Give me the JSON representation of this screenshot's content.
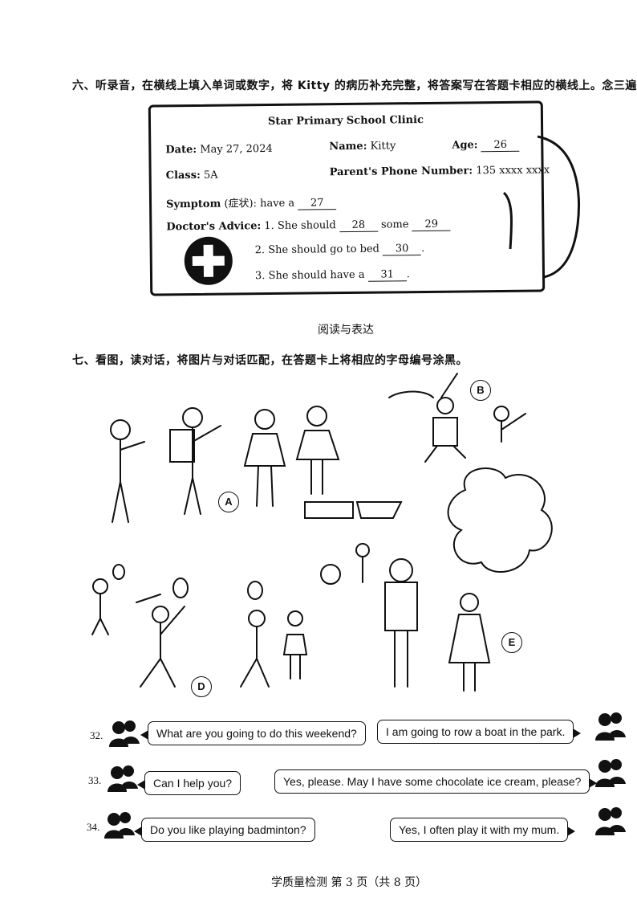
{
  "section6": {
    "header": "六、听录音，在横线上填入单词或数字，将 Kitty 的病历补充完整，将答案写在答题卡相应的横线上。念三遍。",
    "card": {
      "title": "Star Primary School Clinic",
      "date_label": "Date:",
      "date_value": "May 27, 2024",
      "name_label": "Name:",
      "name_value": "Kitty",
      "age_label": "Age:",
      "age_blank": "26",
      "class_label": "Class:",
      "class_value": "5A",
      "phone_label": "Parent's Phone Number:",
      "phone_value": "135 xxxx xxxx",
      "symptom_label": "Symptom",
      "symptom_cn": "(症状):",
      "symptom_text": "have a",
      "symptom_blank": "27",
      "advice_label": "Doctor's Advice:",
      "advice1_pre": "1. She should",
      "advice1_blank1": "28",
      "advice1_mid": "some",
      "advice1_blank2": "29",
      "advice2_pre": "2. She should go to bed",
      "advice2_blank": "30",
      "advice3_pre": "3. She should have a",
      "advice3_blank": "31"
    }
  },
  "section_title": "阅读与表达",
  "section7": {
    "header": "七、看图，读对话，将图片与对话匹配，在答题卡上将相应的字母编号涂黑。",
    "letters": [
      "A",
      "B",
      "D",
      "E"
    ]
  },
  "dialogues": [
    {
      "num": "32.",
      "left": "What are you going to do this weekend?",
      "right": "I am going to row a boat in the park."
    },
    {
      "num": "33.",
      "left": "Can I help you?",
      "right": "Yes, please. May I have some chocolate ice cream, please?"
    },
    {
      "num": "34.",
      "left": "Do you like playing badminton?",
      "right": "Yes, I often play it with my mum."
    }
  ],
  "footer": "学质量检测  第 3 页（共 8 页）"
}
